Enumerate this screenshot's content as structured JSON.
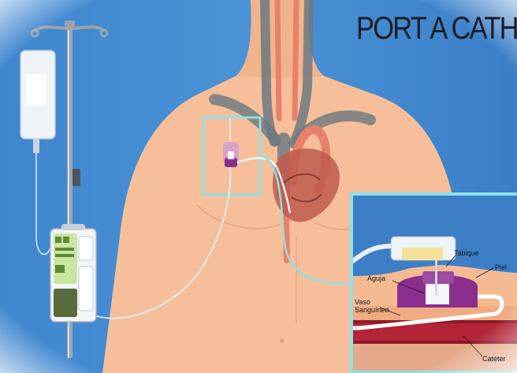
{
  "title": "PORT A CATH",
  "colors": {
    "background": "#4a90d4",
    "skin": "#f6bf9a",
    "vein": "#6d7880",
    "artery": "#e8806a",
    "callout_frame": "#8ee0e6",
    "port_body": "#8a2f8c",
    "vessel": "#b32436",
    "catheter": "#ffffff"
  },
  "inset_labels": {
    "tabique": "Tabique",
    "piel": "Piel",
    "aguja": "Aguja",
    "vaso_line1": "Vaso",
    "vaso_line2": "Sanguíneo",
    "cateter": "Catéter"
  },
  "icons": {
    "iv_pole": "iv-pole-icon",
    "iv_bag": "iv-bag-icon",
    "infusion_pump": "infusion-pump-icon",
    "heart": "heart-icon",
    "implanted_port": "port-device-icon"
  }
}
